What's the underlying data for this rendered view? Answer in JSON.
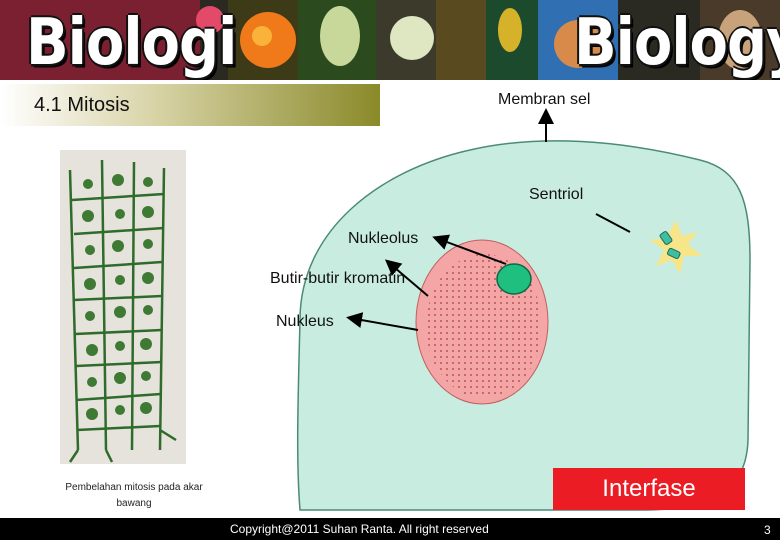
{
  "banner": {
    "title_left": "Biologi",
    "title_right": "Biology"
  },
  "section": {
    "title": "4.1 Mitosis"
  },
  "micrograph": {
    "caption": "Pembelahan mitosis pada akar bawang"
  },
  "diagram": {
    "labels": {
      "cell_membrane": "Membran sel",
      "centriole": "Sentriol",
      "nucleolus": "Nukleolus",
      "chromatin": "Butir-butir kromatin",
      "nucleus": "Nukleus"
    },
    "colors": {
      "cytoplasm": "#c9ece0",
      "nucleus": "#f4a5a5",
      "nucleolus": "#1fbf7f",
      "centriole_glow": "#f7e58a"
    }
  },
  "phase": {
    "label": "Interfase",
    "color": "#ec1c24"
  },
  "footer": {
    "copyright": "Copyright@2011 Suhan Ranta. All right reserved",
    "page_number": "3"
  }
}
